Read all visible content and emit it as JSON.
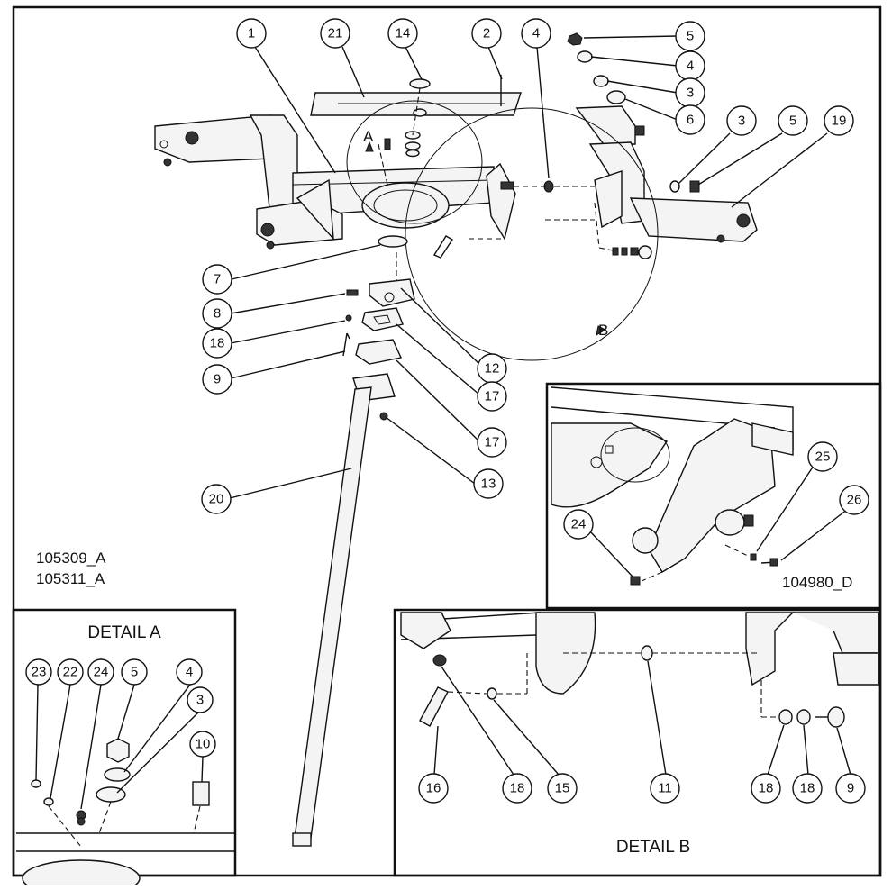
{
  "drawing_numbers": {
    "main_1": "105309_A",
    "main_2": "105311_A",
    "inset": "104980_D"
  },
  "detail_titles": {
    "a": "DETAIL A",
    "b": "DETAIL B"
  },
  "view_letters": {
    "a": "A",
    "b": "B"
  },
  "callouts": {
    "main": [
      "1",
      "21",
      "14",
      "2",
      "4",
      "5",
      "4",
      "3",
      "6",
      "3",
      "5",
      "19",
      "7",
      "8",
      "18",
      "9",
      "12",
      "17",
      "17",
      "13",
      "20"
    ],
    "inset": [
      "25",
      "26",
      "24"
    ],
    "detail_a": [
      "23",
      "22",
      "24",
      "5",
      "4",
      "3",
      "10"
    ],
    "detail_b": [
      "16",
      "18",
      "15",
      "11",
      "18",
      "18",
      "9"
    ]
  }
}
